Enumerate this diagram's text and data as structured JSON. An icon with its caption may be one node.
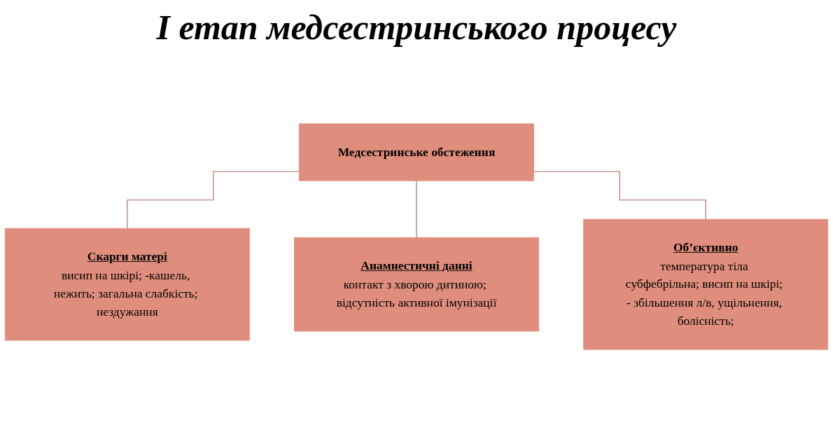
{
  "diagram": {
    "title": "І етап медсестринського процесу",
    "nodes": [
      {
        "text": [
          "Медсестринське обстеження"
        ]
      },
      {
        "text": [
          "Скарги матері",
          "висип на шкірі; -кашель, нежить; загальна слабкість; нездужання"
        ]
      },
      {
        "text": [
          "Анамнестичні данні",
          "контакт з хворою дитиною; відсутність активної імунізації"
        ]
      },
      {
        "text": [
          "Об’єктивно",
          "температура тіла субфебрільна; висип на шкірі; - збільшення л/в, ущільнення, болісність;"
        ]
      }
    ],
    "edges": [
      {
        "from": 0,
        "to": 1,
        "arrow": "none"
      },
      {
        "from": 0,
        "to": 2,
        "arrow": "none"
      },
      {
        "from": 0,
        "to": 3,
        "arrow": "none"
      }
    ]
  }
}
